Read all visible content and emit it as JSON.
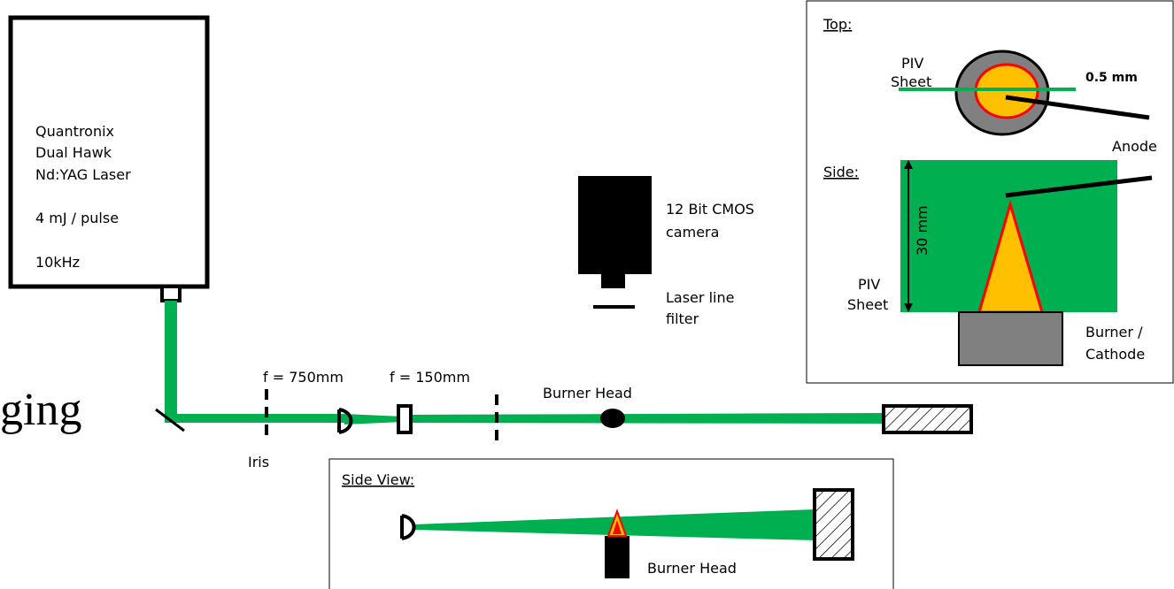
{
  "partial_word": "ging",
  "laser": {
    "line1": "Quantronix",
    "line2": "Dual Hawk",
    "line3": "Nd:YAG Laser",
    "energy": "4 mJ / pulse",
    "rate": "10kHz"
  },
  "camera": {
    "line1": "12 Bit CMOS",
    "line2": "camera",
    "filter1": "Laser line",
    "filter2": "filter"
  },
  "optics": {
    "lens1": "f = 750mm",
    "lens2": "f = 150mm",
    "iris": "Iris",
    "burner": "Burner Head"
  },
  "inset": {
    "top_title": "Top:",
    "piv1": "PIV",
    "piv2": "Sheet",
    "dim": "0.5 mm",
    "anode": "Anode",
    "side_title": "Side:",
    "height": "30 mm",
    "burner1": "Burner /",
    "burner2": "Cathode"
  },
  "side_view": {
    "title": "Side View:",
    "burner": "Burner Head"
  },
  "colors": {
    "beam": "#00b050",
    "flame": "#ffc000",
    "flame_edge": "#ff0000",
    "burner": "#7f7f7f"
  }
}
